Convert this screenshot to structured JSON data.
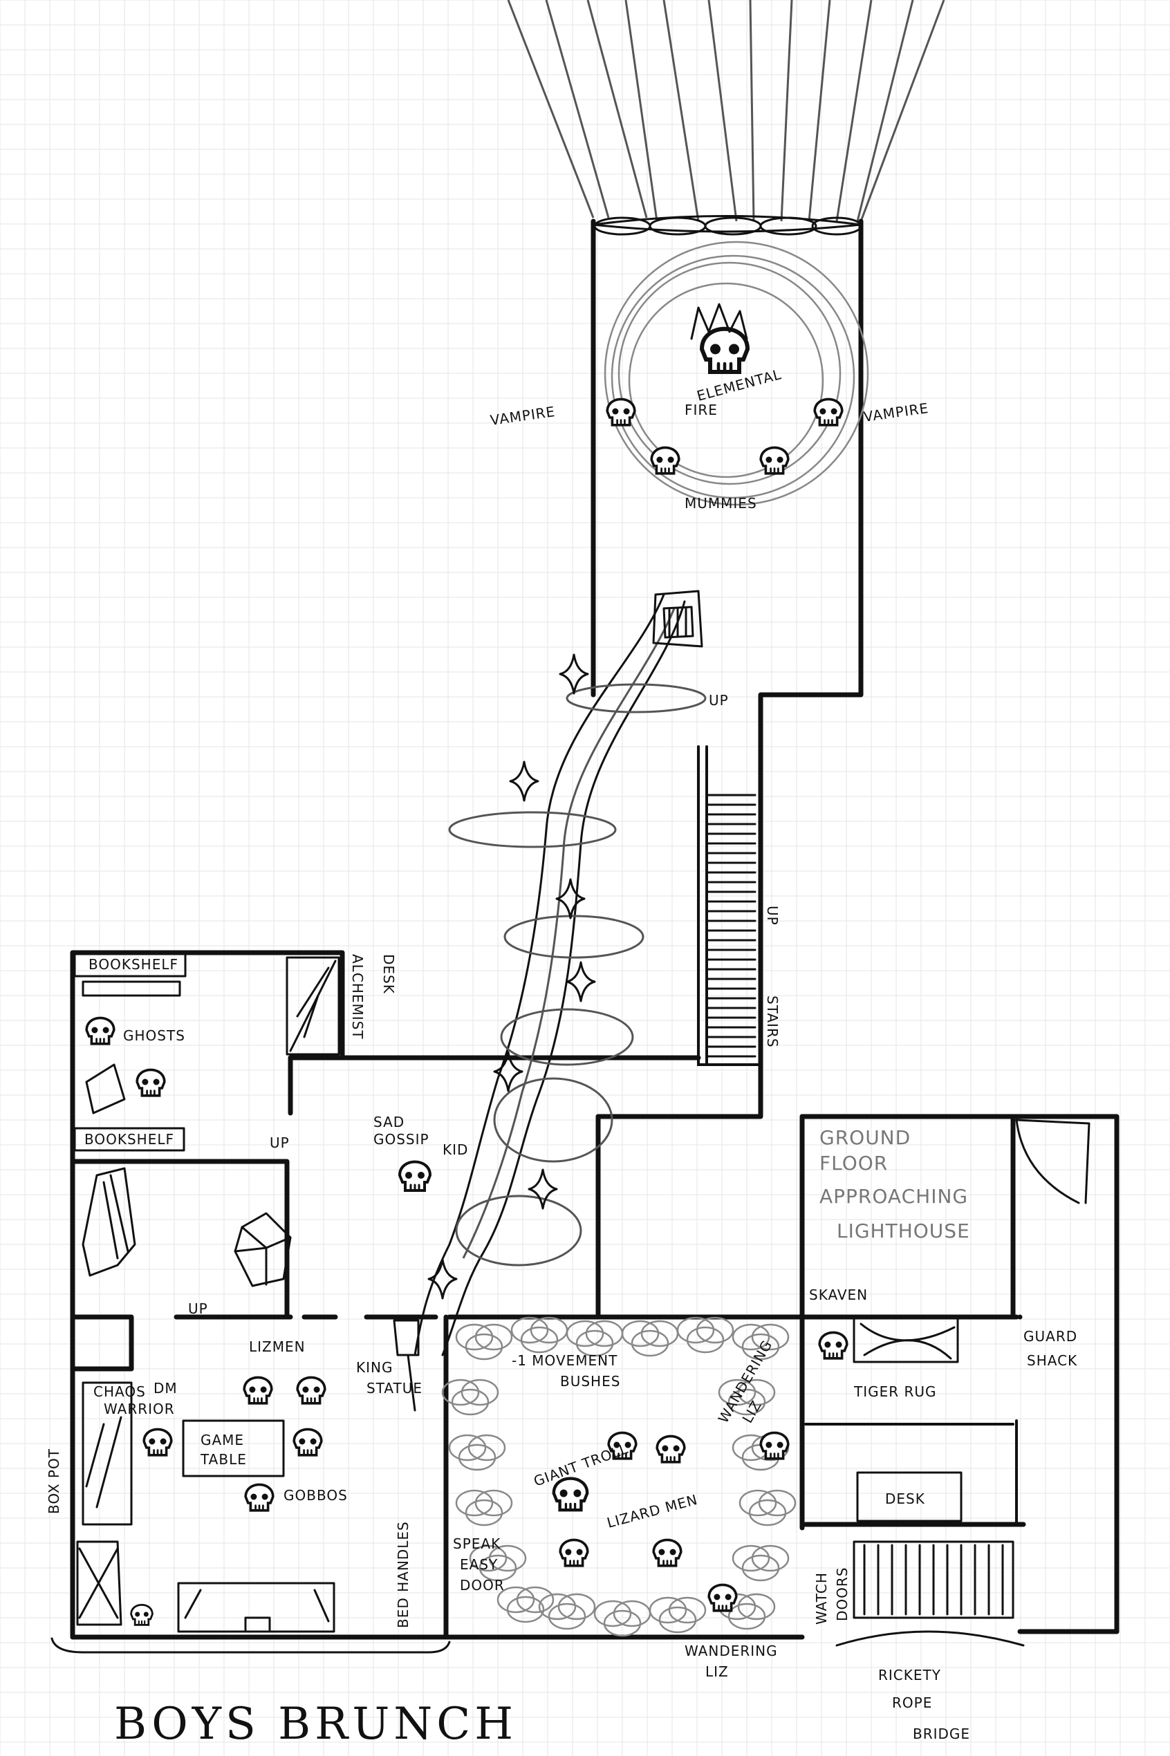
{
  "title": "BOYS BRUNCH",
  "labels": {
    "vampire_left": "VAMPIRE",
    "vampire_right": "VAMPIRE",
    "fire_elemental_1": "FIRE",
    "fire_elemental_2": "ELEMENTAL",
    "mummies": "MUMMIES",
    "up_top": "UP",
    "stairs": "STAIRS",
    "stairs_up": "UP",
    "bookshelf_top": "BOOKSHELF",
    "ghosts": "GHOSTS",
    "alchemist_1": "ALCHEMIST",
    "alchemist_2": "DESK",
    "bookshelf_bottom": "BOOKSHELF",
    "up_library": "UP",
    "sad_gossip_1": "SAD",
    "sad_gossip_2": "GOSSIP",
    "sad_gossip_3": "KID",
    "up_hall": "UP",
    "ground_floor_1": "GROUND",
    "ground_floor_2": "FLOOR",
    "ground_floor_3": "APPROACHING",
    "ground_floor_4": "LIGHTHOUSE",
    "skaven": "SKAVEN",
    "guard_shack_1": "GUARD",
    "guard_shack_2": "SHACK",
    "lizmen": "LIZMEN",
    "chaos_warrior_1": "CHAOS",
    "chaos_warrior_2": "WARRIOR",
    "dm": "DM",
    "game_table_1": "GAME",
    "game_table_2": "TABLE",
    "gobbos": "GOBBOS",
    "box_pot": "BOX POT",
    "king_statue_1": "KING",
    "king_statue_2": "STATUE",
    "movement_1": "-1 MOVEMENT",
    "movement_2": "BUSHES",
    "giant_troll": "GIANT TROLL",
    "lizard_men": "LIZARD MEN",
    "wandering_liz_right_1": "WANDERING",
    "wandering_liz_right_2": "LIZ",
    "tiger_rug": "TIGER RUG",
    "desk": "DESK",
    "speak_easy_1": "SPEAK",
    "speak_easy_2": "EASY",
    "speak_easy_3": "DOOR",
    "bed_handles": "BED HANDLES",
    "wandering_liz_bottom_1": "WANDERING",
    "wandering_liz_bottom_2": "LIZ",
    "watch_doors_1": "WATCH",
    "watch_doors_2": "DOORS",
    "rickety_1": "RICKETY",
    "rickety_2": "ROPE",
    "rickety_3": "BRIDGE"
  },
  "icons": {
    "skull": "skull-icon",
    "sparkle": "sparkle-icon",
    "crystal": "crystal-icon",
    "fire": "flame-icon"
  }
}
